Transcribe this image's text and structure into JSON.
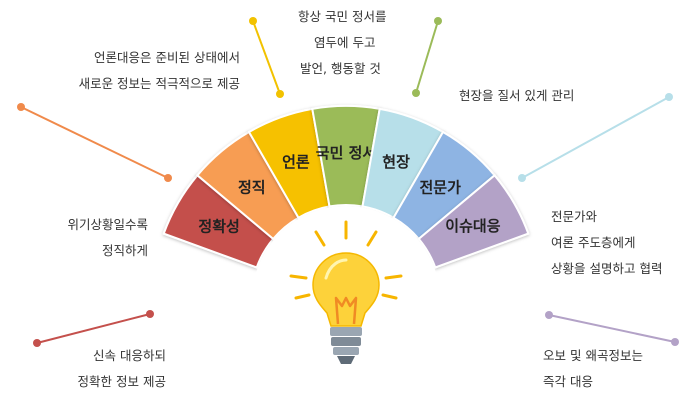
{
  "segments": [
    {
      "key": "accuracy",
      "label": "정확성",
      "color": "#c4504c"
    },
    {
      "key": "honesty",
      "label": "정직",
      "color": "#f79d53"
    },
    {
      "key": "media",
      "label": "언론",
      "color": "#f6c101"
    },
    {
      "key": "sentiment",
      "label": "국민 정서",
      "color": "#9bbb59"
    },
    {
      "key": "field",
      "label": "현장",
      "color": "#b7dfe9"
    },
    {
      "key": "expert",
      "label": "전문가",
      "color": "#8eb4e3"
    },
    {
      "key": "issue",
      "label": "이슈대응",
      "color": "#b3a2c7"
    }
  ],
  "descriptions": {
    "accuracy": [
      "신속 대응하되",
      "정확한 정보 제공"
    ],
    "honesty": [
      "위기상황일수록",
      "정직하게"
    ],
    "media": [
      "언론대응은 준비된 상태에서",
      "새로운 정보는 적극적으로 제공"
    ],
    "sentiment": [
      "항상 국민 정서를",
      "염두에 두고",
      "발언, 행동할 것"
    ],
    "field": [
      "현장을 질서 있게 관리"
    ],
    "expert": [
      "전문가와",
      "여론 주도층에게",
      "상황을 설명하고 협력"
    ],
    "issue": [
      "오보 및 왜곡정보는",
      "즉각 대응"
    ]
  },
  "center_icon": "lightbulb-icon"
}
